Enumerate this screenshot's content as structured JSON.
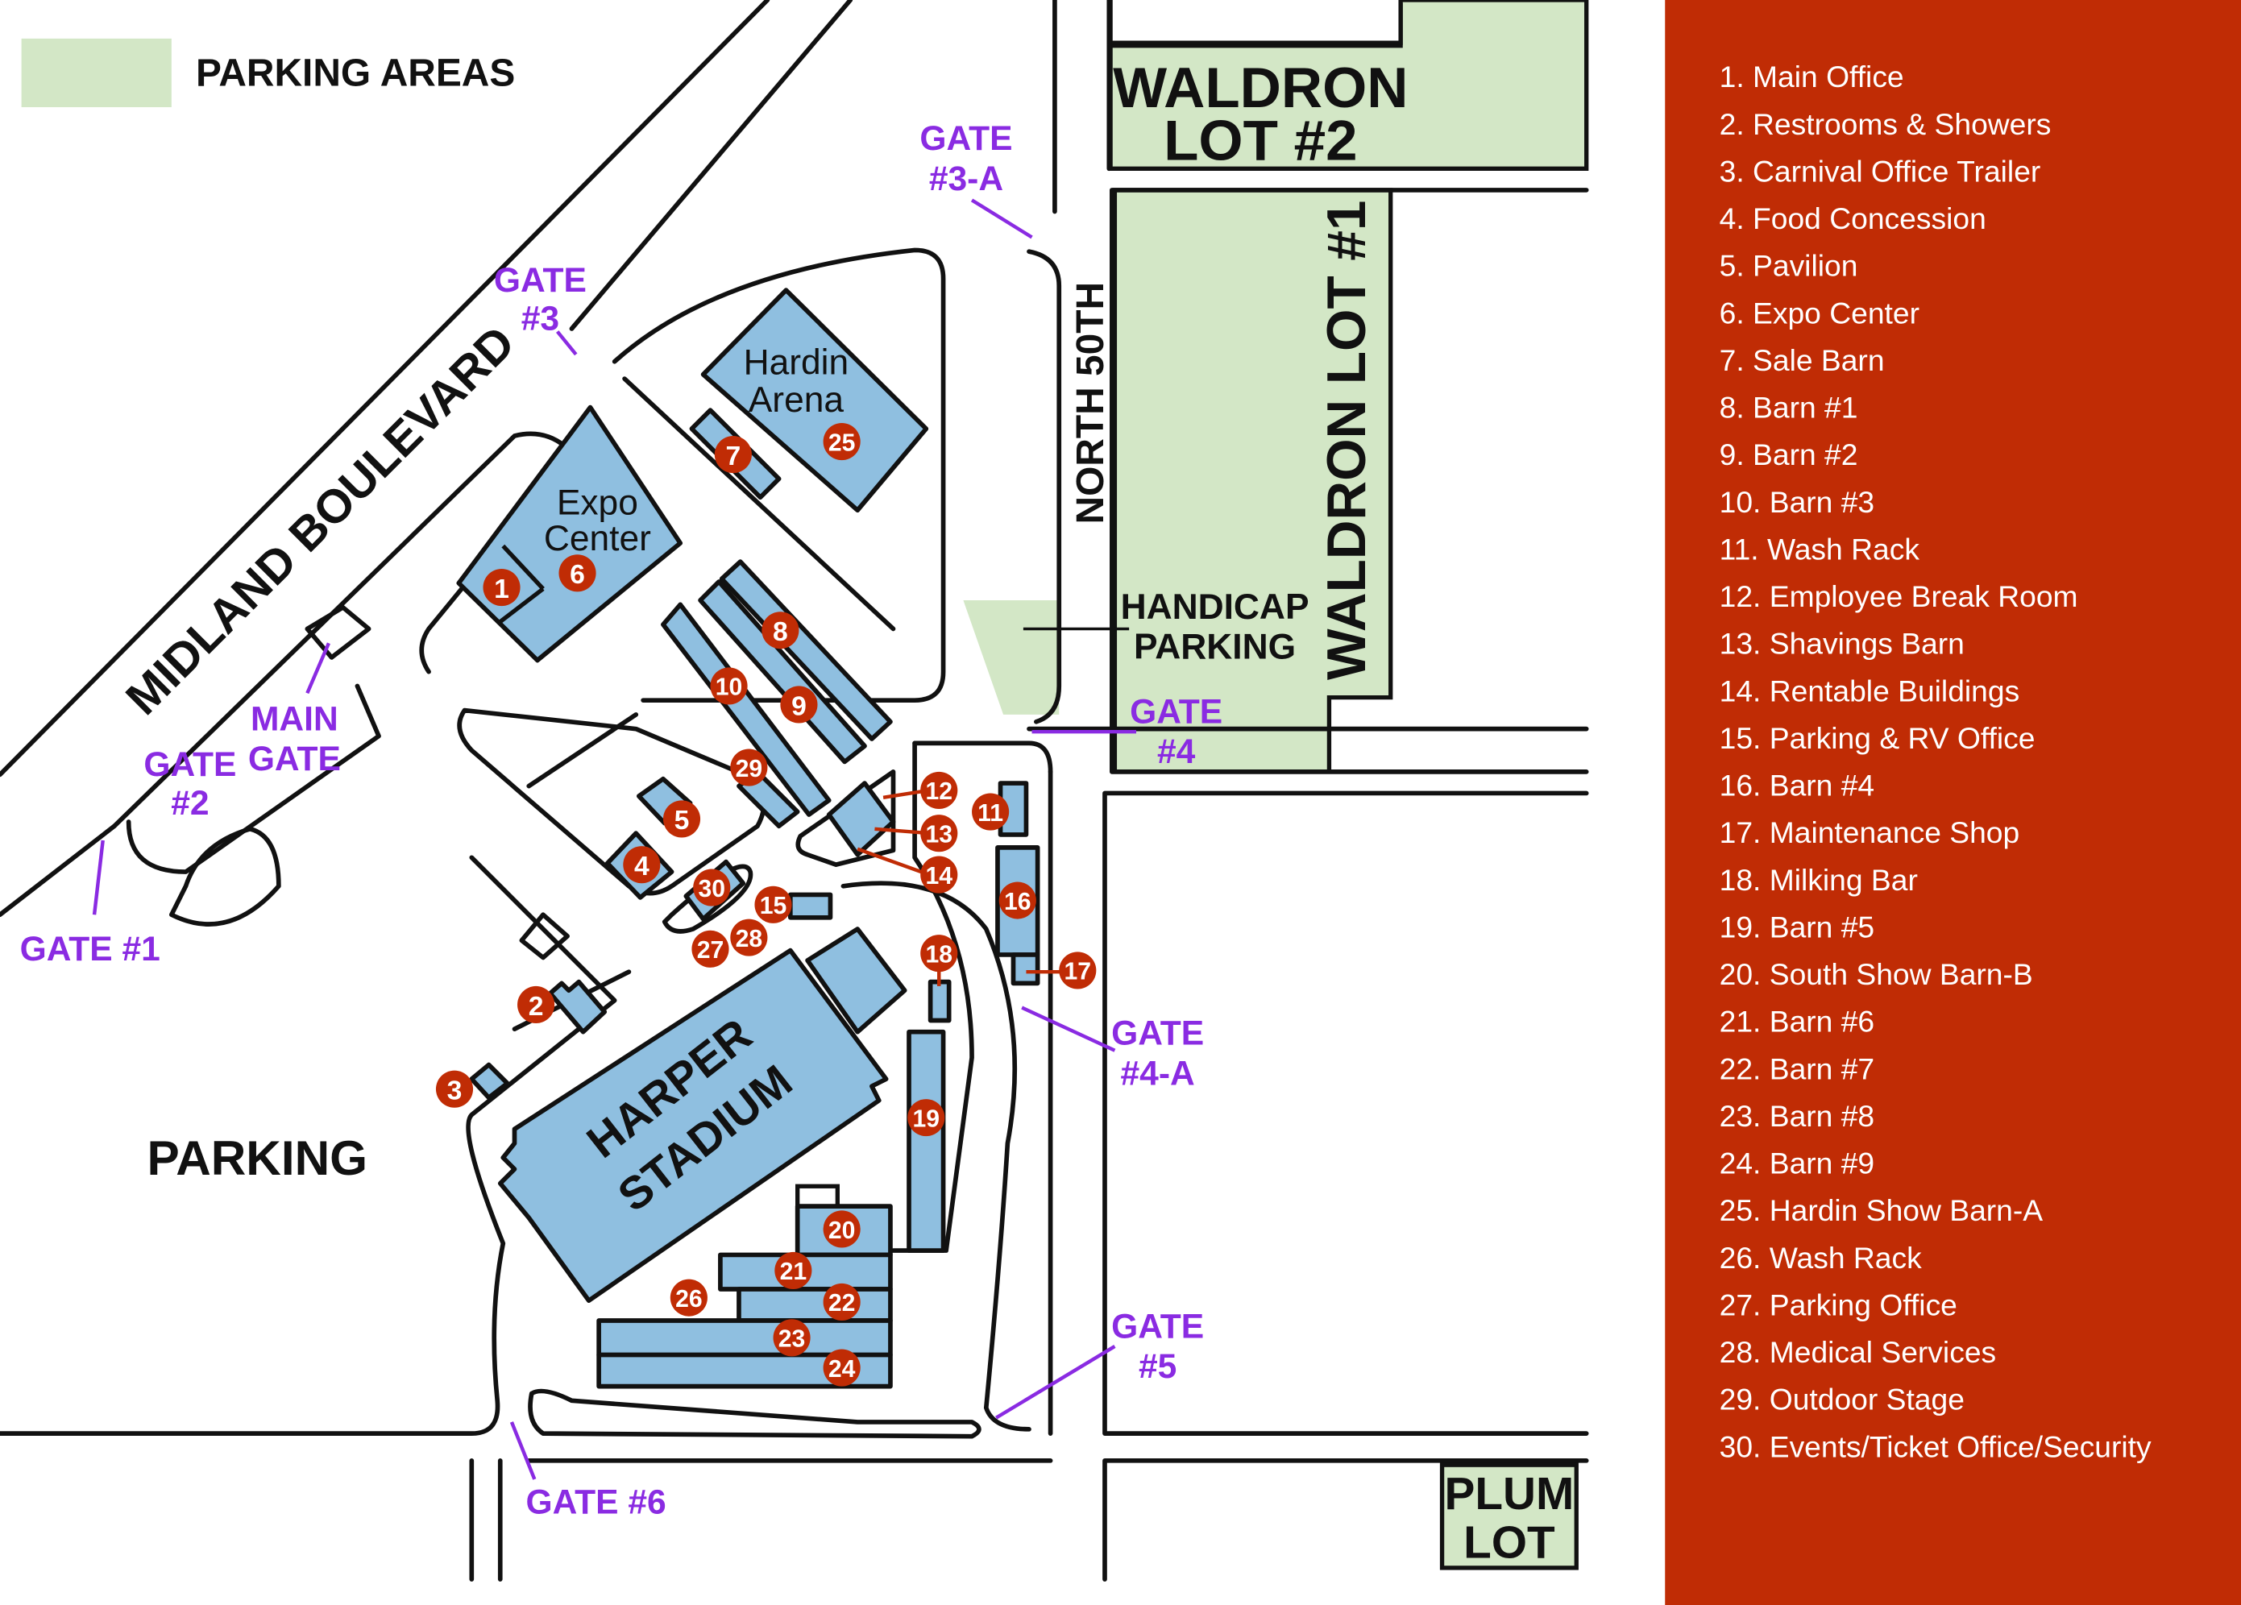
{
  "legend_key": {
    "label": "PARKING AREAS",
    "color": "#d3e7c6"
  },
  "colors": {
    "panel": "#c02c05",
    "building": "#8fbfe0",
    "gate": "#8a2be2",
    "marker": "#c02c05"
  },
  "roads": {
    "midland": "MIDLAND BOULEVARD",
    "north50": "NORTH 50TH"
  },
  "lots": {
    "waldron2": [
      "WALDRON",
      "LOT #2"
    ],
    "waldron1": "WALDRON LOT #1",
    "handicap": [
      "HANDICAP",
      "PARKING"
    ],
    "parking": "PARKING",
    "plum": [
      "PLUM",
      "LOT"
    ]
  },
  "buildings": {
    "hardin": [
      "Hardin",
      "Arena"
    ],
    "expo": [
      "Expo",
      "Center"
    ],
    "stadium": [
      "HARPER",
      "STADIUM"
    ]
  },
  "gates": {
    "g1": [
      "GATE #1"
    ],
    "g2": [
      "GATE",
      "#2"
    ],
    "main": [
      "MAIN",
      "GATE"
    ],
    "g3": [
      "GATE",
      "#3"
    ],
    "g3a": [
      "GATE",
      "#3-A"
    ],
    "g4": [
      "GATE",
      "#4"
    ],
    "g4a": [
      "GATE",
      "#4-A"
    ],
    "g5": [
      "GATE",
      "#5"
    ],
    "g6": [
      "GATE #6"
    ]
  },
  "markers": [
    "1",
    "2",
    "3",
    "4",
    "5",
    "6",
    "7",
    "8",
    "9",
    "10",
    "11",
    "12",
    "13",
    "14",
    "15",
    "16",
    "17",
    "18",
    "19",
    "20",
    "21",
    "22",
    "23",
    "24",
    "25",
    "26",
    "27",
    "28",
    "29",
    "30"
  ],
  "legend": [
    "1. Main Office",
    "2. Restrooms & Showers",
    "3. Carnival Office Trailer",
    "4. Food Concession",
    "5. Pavilion",
    "6. Expo Center",
    "7. Sale Barn",
    "8. Barn #1",
    "9. Barn #2",
    "10. Barn #3",
    "11. Wash Rack",
    "12. Employee Break Room",
    "13. Shavings Barn",
    "14. Rentable Buildings",
    "15. Parking & RV Office",
    "16. Barn #4",
    "17. Maintenance Shop",
    "18. Milking Bar",
    "19. Barn #5",
    "20. South Show Barn-B",
    "21. Barn #6",
    "22. Barn #7",
    "23. Barn #8",
    "24. Barn #9",
    "25. Hardin Show Barn-A",
    "26. Wash Rack",
    "27. Parking Office",
    "28. Medical Services",
    "29. Outdoor Stage",
    "30. Events/Ticket Office/Security"
  ]
}
